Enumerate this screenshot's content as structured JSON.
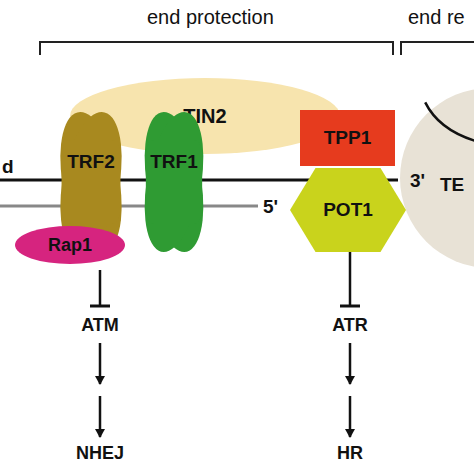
{
  "diagram": {
    "nodes": [
      {
        "text": [
          "TIN2"
        ]
      },
      {
        "text": [
          "TPP1"
        ]
      },
      {
        "text": [
          "TE"
        ]
      },
      {
        "text": [
          "TRF2"
        ]
      },
      {
        "text": [
          "TRF1"
        ]
      },
      {
        "text": [
          "POT1"
        ]
      },
      {
        "text": [
          "Rap1"
        ]
      },
      {
        "text": [
          "ATM"
        ]
      },
      {
        "text": [
          "ATR"
        ]
      },
      {
        "text": [
          "NHEJ"
        ]
      },
      {
        "text": [
          "HR"
        ]
      }
    ],
    "edges": [
      {
        "from": 3,
        "to": 7,
        "arrow": "to"
      },
      {
        "from": 5,
        "to": 8,
        "arrow": "to"
      },
      {
        "from": 7,
        "to": 9,
        "arrow": "to"
      },
      {
        "from": 8,
        "to": 10,
        "arrow": "to"
      }
    ],
    "labels": [
      "end protection",
      "end re",
      "d",
      "5'",
      "3'"
    ]
  }
}
